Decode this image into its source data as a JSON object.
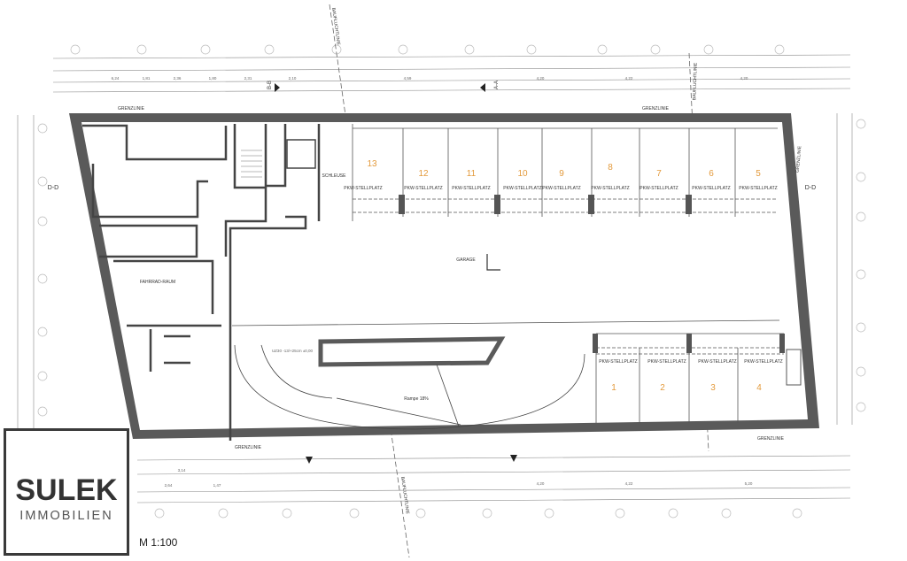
{
  "logo": {
    "brand": "SULEK",
    "sub": "IMMOBILIEN"
  },
  "scale": "M 1:100",
  "plan": {
    "parking_upper": [
      "13",
      "12",
      "11",
      "10",
      "9",
      "8",
      "7",
      "6",
      "5"
    ],
    "parking_lower": [
      "1",
      "2",
      "3",
      "4"
    ],
    "parking_label": "PKW-STELLPLATZ",
    "garage_label": "GARAGE",
    "ramp_label": "Rampe 18%",
    "boundary_label": "GRENZLINIE",
    "building_line_label": "BAUFLUCHTLINIE",
    "section_d": "D-D",
    "section_b": "B-B",
    "section_a": "A-A",
    "room_lock": "SCHLEUSE",
    "room_bike": "FAHRRAD-RAUM",
    "lintel": "UZ30 -13/+25cm ±0,00",
    "dim_top": [
      "6,24",
      "1,81",
      "2,36",
      "1,80",
      "2,31",
      "2,10",
      "4,59",
      "4,20",
      "4,22",
      "4,20"
    ],
    "dim_bottom": [
      "3,14",
      "2,64",
      "1,47",
      "4,20",
      "4,22",
      "5,20"
    ],
    "colors": {
      "wall": "#5a5a5a",
      "parking_number": "#e39a3c",
      "line": "#444444"
    }
  }
}
